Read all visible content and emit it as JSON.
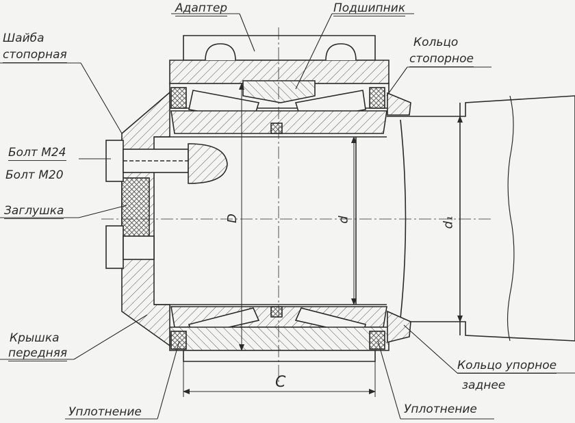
{
  "labels": {
    "adapter": "Адаптер",
    "bearing": "Подшипник",
    "lock_washer_line1": "Шайба",
    "lock_washer_line2": "стопорная",
    "retaining_ring_line1": "Кольцо",
    "retaining_ring_line2": "стопорное",
    "bolt_m24": "Болт М24",
    "bolt_m20": "Болт М20",
    "plug": "Заглушка",
    "front_cover_line1": "Крышка",
    "front_cover_line2": "передняя",
    "rear_thrust_ring_line1": "Кольцо упорное",
    "rear_thrust_ring_line2": "заднее",
    "seal_left": "Уплотнение",
    "seal_right": "Уплотнение"
  },
  "dimensions": {
    "outer_diameter": "D",
    "bore_diameter": "d",
    "journal_diameter": "d₁",
    "width": "C"
  },
  "colors": {
    "line": "#2a2a2a",
    "background": "#f4f4f2",
    "hatch": "#555555"
  }
}
